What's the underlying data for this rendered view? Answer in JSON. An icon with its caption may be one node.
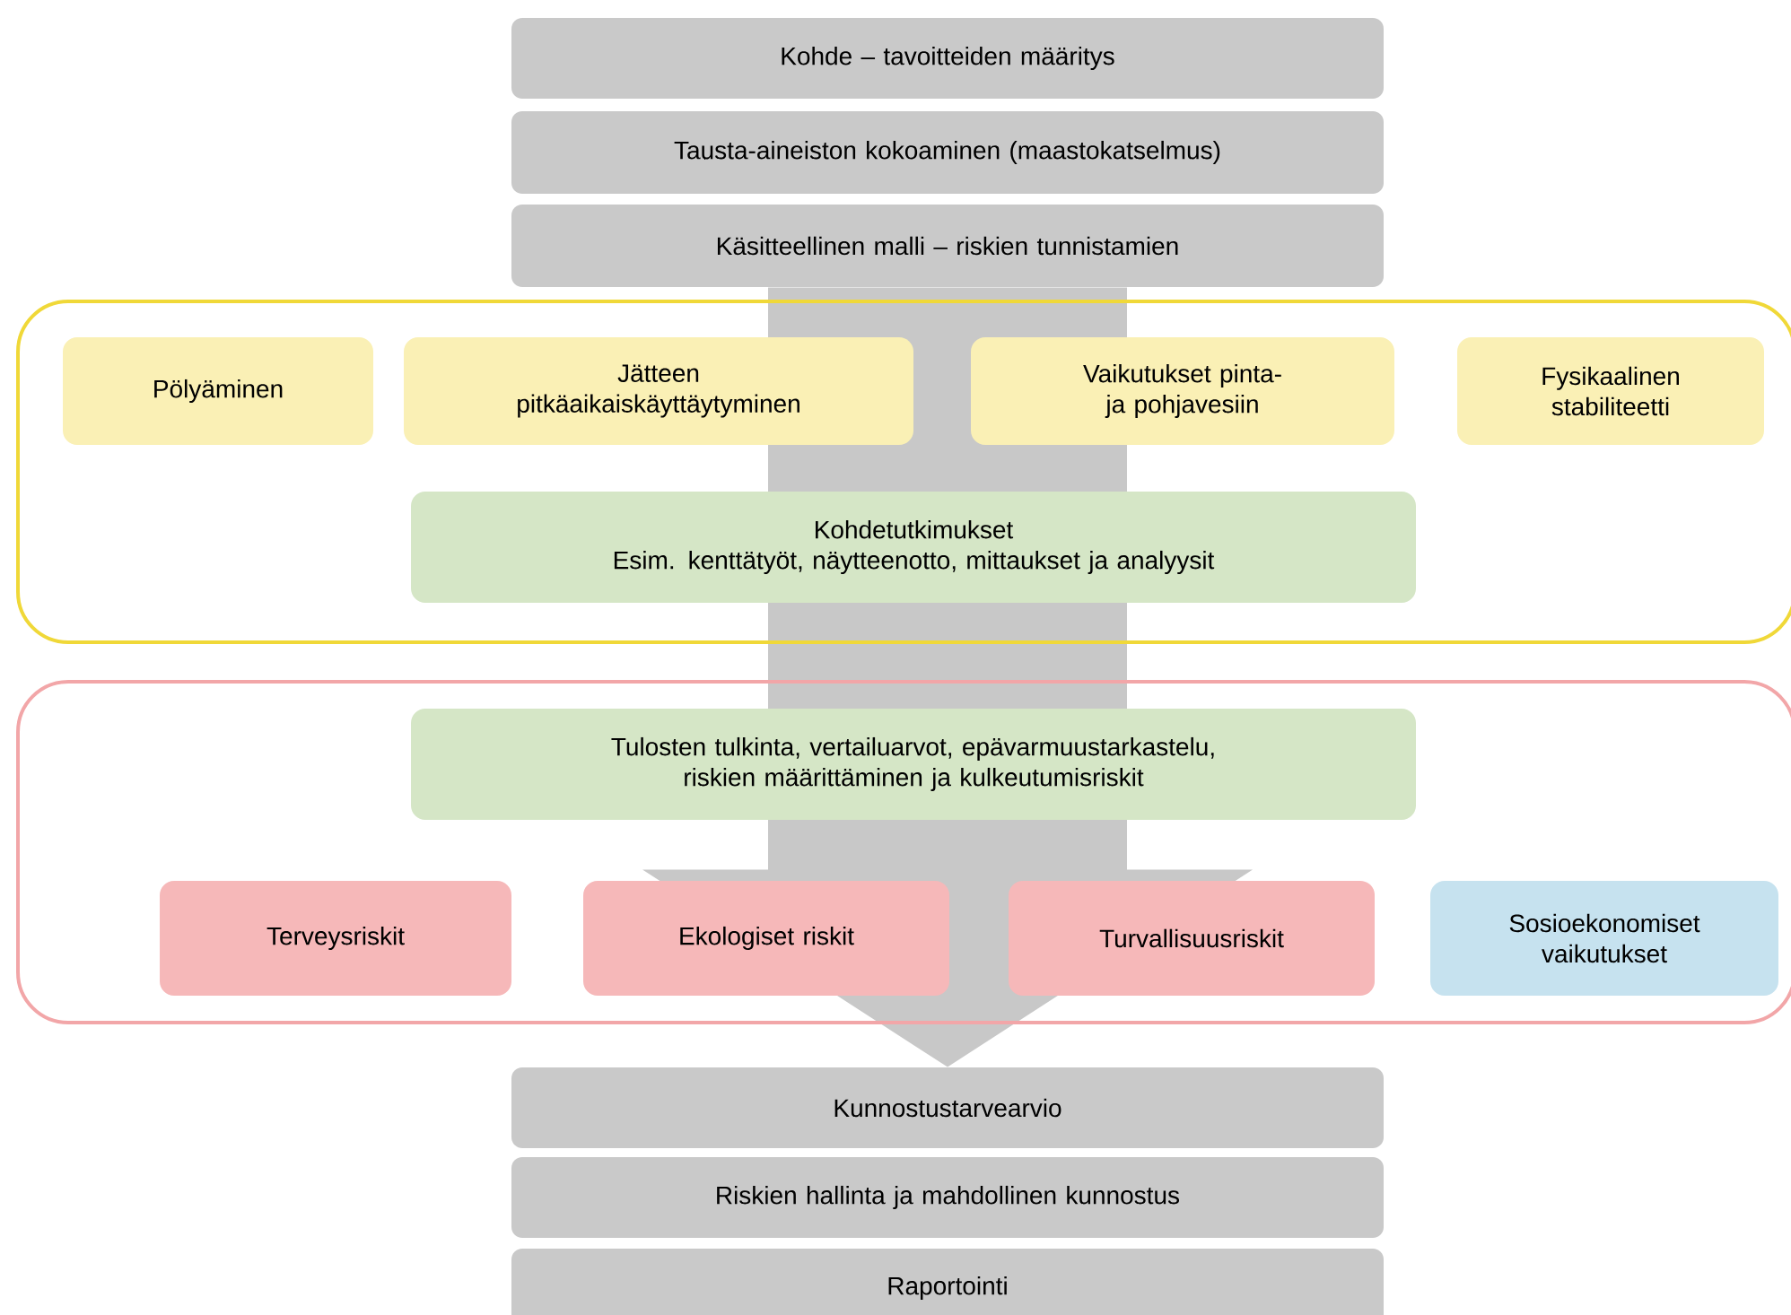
{
  "diagram": {
    "nodes": [
      {
        "text": [
          "Kohde – tavoitteiden määritys"
        ]
      },
      {
        "text": [
          "Tausta-aineiston kokoaminen (maastokatselmus)"
        ]
      },
      {
        "text": [
          "Käsitteellinen malli – riskien tunnistamien"
        ]
      },
      {
        "text": [],
        "shape": "box"
      },
      {
        "text": [
          "Pölyäminen"
        ],
        "in": 3
      },
      {
        "text": [
          "Jätteen pitkäaikaiskäyttäytyminen"
        ],
        "in": 3
      },
      {
        "text": [
          "Vaikutukset pinta- ja pohjavesiin"
        ],
        "in": 3
      },
      {
        "text": [
          "Fysikaalinen stabiliteetti"
        ],
        "in": 3
      },
      {
        "text": [
          "Kohdetutkimukset",
          "Esim. kenttätyöt, näytteenotto, mittaukset ja analyysit"
        ],
        "in": 3
      },
      {
        "text": [],
        "shape": "box"
      },
      {
        "text": [
          "Tulosten tulkinta, vertailuarvot, epävarmuustarkastelu, riskien määrittäminen ja kulkeutumisriskit"
        ],
        "in": 9
      },
      {
        "text": [
          "Terveysriskit"
        ],
        "in": 9
      },
      {
        "text": [
          "Ekologiset riskit"
        ],
        "in": 9
      },
      {
        "text": [
          "Turvallisuusriskit"
        ],
        "in": 9
      },
      {
        "text": [
          "Sosioekonomiset vaikutukset"
        ],
        "in": 9
      },
      {
        "text": [
          "Kunnostustarvearvio"
        ]
      },
      {
        "text": [
          "Riskien hallinta ja mahdollinen kunnostus"
        ]
      },
      {
        "text": [
          "Raportointi"
        ]
      }
    ],
    "edges": [
      {
        "from": 2,
        "to": 15,
        "arrow": "to",
        "style": "thick",
        "color": "#c8c8c8"
      }
    ]
  }
}
